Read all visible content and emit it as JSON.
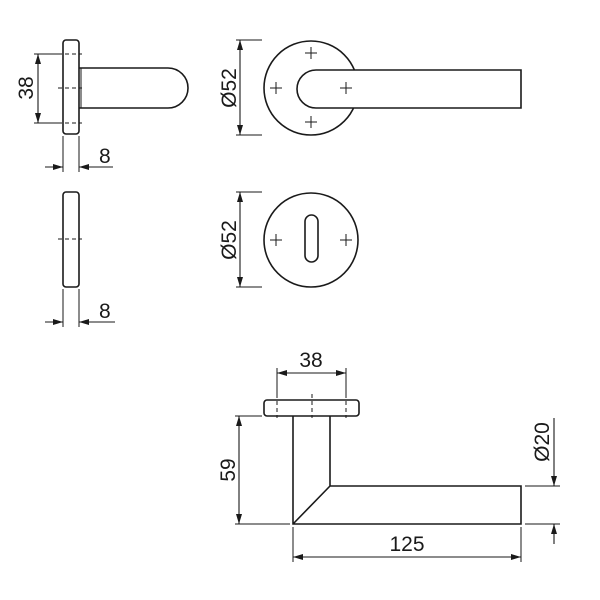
{
  "drawing": {
    "title": "Lever handle on round rose with keyhole escutcheon",
    "line_color": "#1a1a1a",
    "dimensions": {
      "rose_side_hole_spacing": "38",
      "rose_thickness": "8",
      "escutcheon_thickness": "8",
      "rose_diameter": "Ø52",
      "escutcheon_diameter": "Ø52",
      "top_hole_spacing": "38",
      "handle_height": "59",
      "handle_length": "125",
      "handle_diameter": "Ø20"
    }
  }
}
